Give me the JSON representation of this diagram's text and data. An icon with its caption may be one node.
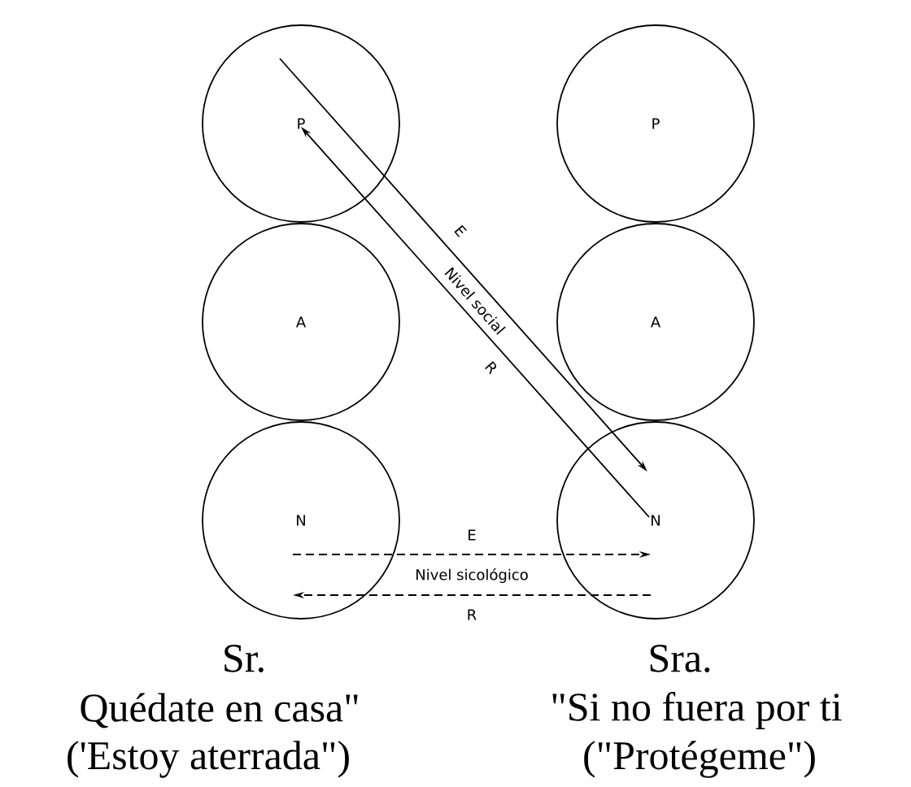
{
  "diagram": {
    "nodes": [
      {
        "text": [
          "P"
        ]
      },
      {
        "text": [
          "A"
        ]
      },
      {
        "text": [
          "N"
        ],
        "beside": [
          "Sr.",
          "Quédate en casa\"",
          "('Estoy aterrada\")"
        ]
      },
      {
        "text": [
          "P"
        ]
      },
      {
        "text": [
          "A"
        ]
      },
      {
        "text": [
          "N"
        ],
        "beside": [
          "Sra.",
          "\"Si no fuera por ti",
          "(\"Protégeme\")"
        ]
      }
    ],
    "edges": [
      {
        "from": 0,
        "to": 5,
        "arrow": "to",
        "label": "E"
      },
      {
        "from": 5,
        "to": 0,
        "arrow": "to",
        "label": "R"
      },
      {
        "from": 2,
        "to": 5,
        "arrow": "to",
        "label": "E",
        "style": "dashed"
      },
      {
        "from": 5,
        "to": 2,
        "arrow": "to",
        "label": "R",
        "style": "dashed"
      }
    ],
    "labels": [
      "Nivel social",
      "Nivel sicológico"
    ]
  }
}
